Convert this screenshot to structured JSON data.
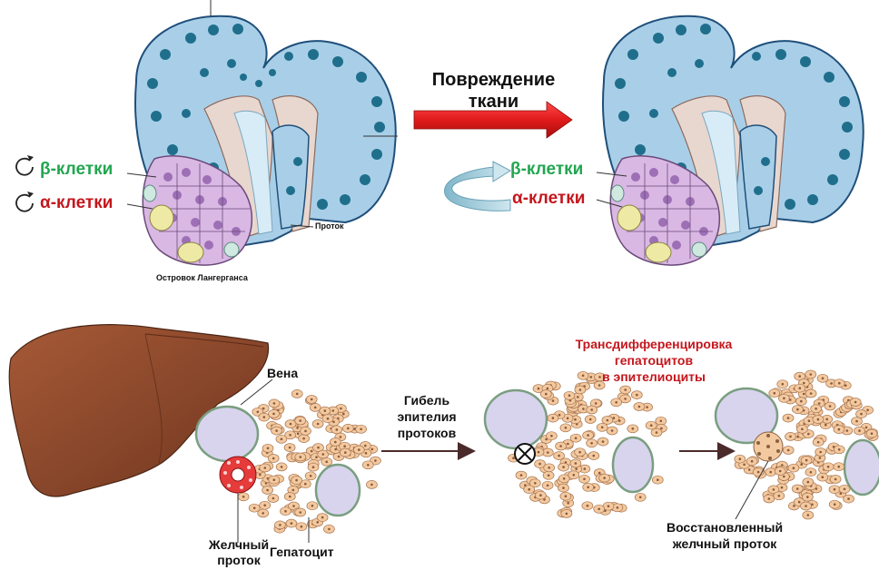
{
  "top": {
    "arrow_label_line1": "Повреждение",
    "arrow_label_line2": "ткани",
    "left_panel": {
      "beta_symbol": "β",
      "beta_text": "-клетки",
      "alpha_symbol": "α",
      "alpha_text": "-клетки",
      "duct_label": "Проток",
      "islet_label": "Островок Лангерганса"
    },
    "right_panel": {
      "beta_symbol": "β",
      "beta_text": "-клетки",
      "alpha_symbol": "α",
      "alpha_text": "-клетки"
    }
  },
  "bottom": {
    "vein_label": "Вена",
    "bile_duct_line1": "Желчный",
    "bile_duct_line2": "проток",
    "hepatocyte_label": "Гепатоцит",
    "arrow_label_line1": "Гибель",
    "arrow_label_line2": "эпителия",
    "arrow_label_line3": "протоков",
    "transdiff_line1": "Трансдифференцировка",
    "transdiff_line2": "гепатоцитов",
    "transdiff_line3": "в эпителиоциты",
    "restored_line1": "Восстановленный",
    "restored_line2": "желчный проток"
  },
  "colors": {
    "beta": "#22a650",
    "alpha": "#c4161c",
    "transdiff": "#c4161c",
    "acinar": "#a9cfe8",
    "nucleus": "#1f6f8c",
    "liver": "#8b4a2e",
    "hepatocyte": "#f3c9a0",
    "vein": "#d8d4ee",
    "islet_purple": "#d9b8e4",
    "red_arrow": "#e01b1b"
  }
}
